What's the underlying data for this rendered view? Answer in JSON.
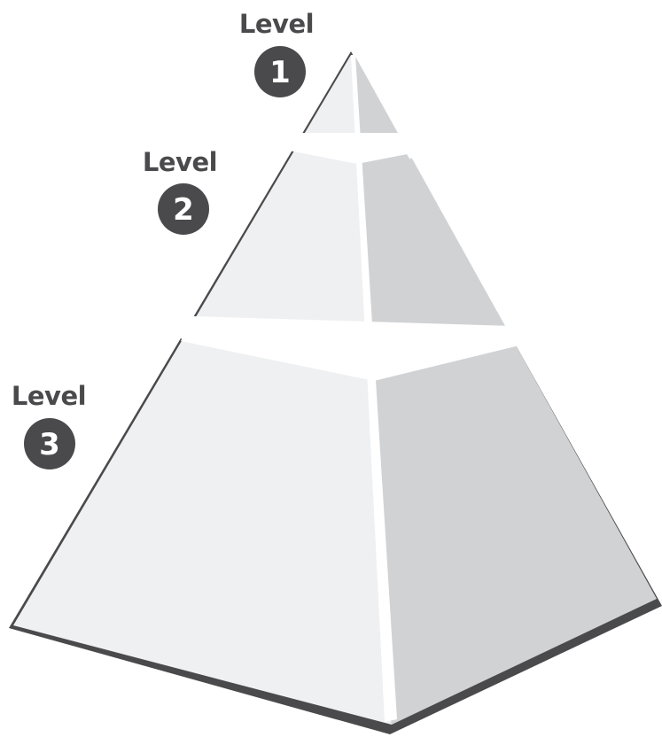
{
  "levels": [
    {
      "word": "Level",
      "number": "1"
    },
    {
      "word": "Level",
      "number": "2"
    },
    {
      "word": "Level",
      "number": "3"
    }
  ],
  "colors": {
    "outline": "#4a4a4c",
    "face_light": "#eff0f2",
    "face_shaded": "#d1d2d4",
    "separator": "#ffffff",
    "label": "#4a4a4c"
  }
}
